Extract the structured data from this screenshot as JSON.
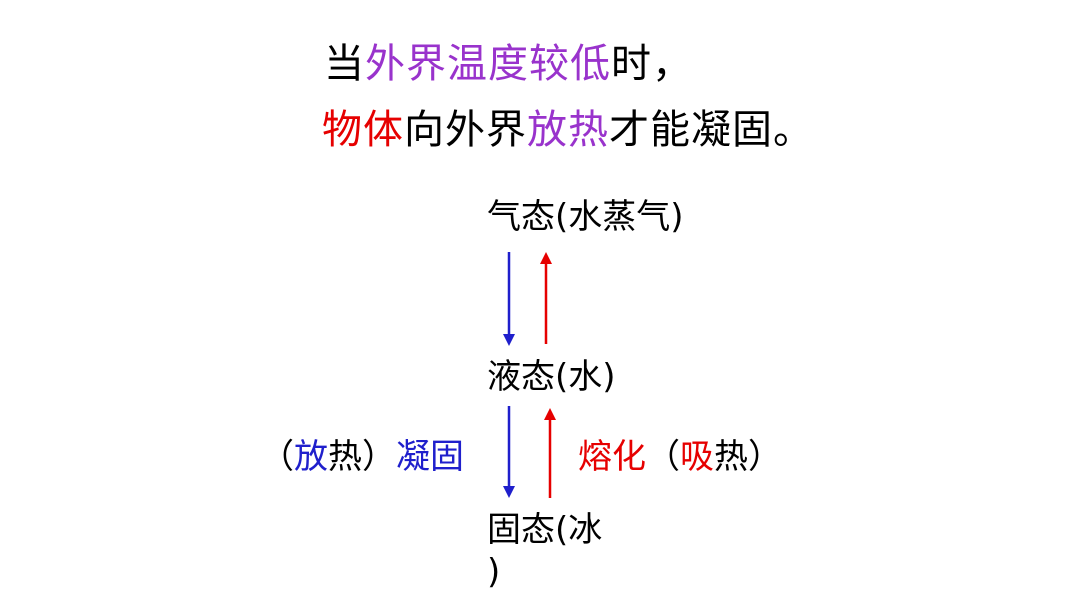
{
  "colors": {
    "purple": "#9933cc",
    "red": "#e60000",
    "blue": "#1f1fcc",
    "black": "#000000"
  },
  "line1": {
    "part1": "当",
    "part2": "外界温度较低",
    "part3": "时，"
  },
  "line2": {
    "part1": "物体",
    "part2": "向外界",
    "part3": "放热",
    "part4": "才能凝固。"
  },
  "states": {
    "gas": "气态(水蒸气)",
    "liquid": "液态(水)",
    "solid_open": "固态(冰",
    "solid_close": ")"
  },
  "left_label": {
    "paren_open": "（",
    "fang": "放",
    "re": "热",
    "paren_close": "）",
    "process": "凝固"
  },
  "right_label": {
    "process": "熔化",
    "paren_open": "（",
    "xi": "吸",
    "re": "热",
    "paren_close": "）"
  },
  "arrows": [
    {
      "name": "gas-to-liquid",
      "color": "#1f1fcc",
      "direction": "down"
    },
    {
      "name": "liquid-to-gas",
      "color": "#e60000",
      "direction": "up"
    },
    {
      "name": "liquid-to-solid",
      "color": "#1f1fcc",
      "direction": "down"
    },
    {
      "name": "solid-to-liquid",
      "color": "#e60000",
      "direction": "up"
    }
  ]
}
